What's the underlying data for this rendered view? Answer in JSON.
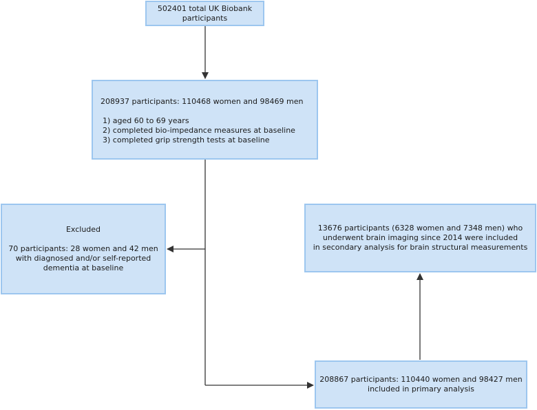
{
  "boxes": {
    "total": {
      "lines": [
        "502401 total UK Biobank",
        "participants"
      ]
    },
    "eligible": {
      "heading": "208937 participants: 110468 women and 98469 men",
      "criteria": [
        "1) aged 60 to 69 years",
        "2) completed bio-impedance measures at baseline",
        "3) completed grip strength tests at baseline"
      ]
    },
    "excluded": {
      "title": "Excluded",
      "lines": [
        "70 participants: 28 women and 42 men",
        "with diagnosed and/or self-reported",
        "dementia at baseline"
      ]
    },
    "imaging": {
      "lines": [
        "13676 participants (6328 women and 7348 men) who",
        "underwent brain imaging since 2014 were included",
        "in secondary analysis for brain structural measurements"
      ]
    },
    "primary": {
      "lines": [
        "208867 participants: 110440 women and 98427 men",
        "included in primary analysis"
      ]
    }
  },
  "colors": {
    "box_fill": "#cfe3f7",
    "box_border": "#9cc6ef",
    "connector": "#333333"
  }
}
